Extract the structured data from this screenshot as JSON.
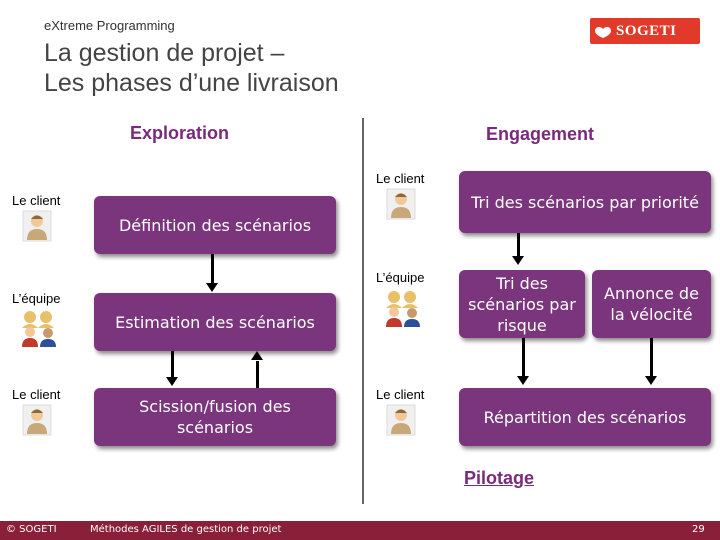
{
  "header": {
    "supertitle": "eXtreme Programming",
    "title_line1": "La gestion de projet –",
    "title_line2": "Les phases d’une livraison",
    "logo_text": "SOGETI"
  },
  "sections": {
    "exploration": "Exploration",
    "engagement": "Engagement",
    "pilotage": "Pilotage"
  },
  "actors": {
    "client1": "Le client",
    "equipe1": "L’équipe",
    "client2": "Le client",
    "client3": "Le client",
    "equipe2": "L’équipe",
    "client4": "Le client"
  },
  "boxes": {
    "definition": "Définition des scénarios",
    "estimation": "Estimation des scénarios",
    "scission": "Scission/fusion des scénarios",
    "tri_priorite": "Tri des scénarios par priorité",
    "tri_risque": "Tri des scénarios par risque",
    "annonce": "Annonce de la vélocité",
    "repartition": "Répartition des scénarios"
  },
  "footer": {
    "copyright": "© SOGETI",
    "course": "Méthodes AGILES de gestion de projet",
    "page": "29"
  },
  "colors": {
    "box": "#7a357c",
    "section": "#7a2a7a",
    "footer": "#8a1f3a",
    "logo": "#e23a2a"
  }
}
